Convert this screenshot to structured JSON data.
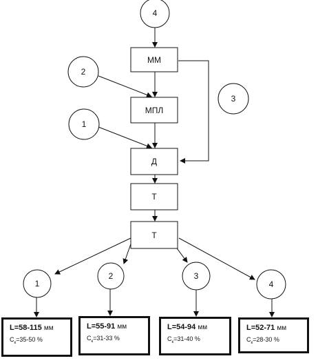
{
  "nodes": {
    "mm": "ММ",
    "mpl": "МПЛ",
    "d": "Д",
    "t1": "Т",
    "t2": "Т"
  },
  "inputs": {
    "top": "4",
    "left_upper": "2",
    "left_lower": "1",
    "right": "3"
  },
  "outputs": [
    {
      "label": "1",
      "length": "L=58-115",
      "unit": "мм",
      "conc_prefix": "C",
      "conc_sub": "к",
      "conc_value": "=35-50 %"
    },
    {
      "label": "2",
      "length": "L=55-91",
      "unit": "мм",
      "conc_prefix": "C",
      "conc_sub": "к",
      "conc_value": "=31-33 %"
    },
    {
      "label": "3",
      "length": "L=54-94",
      "unit": "мм",
      "conc_prefix": "C",
      "conc_sub": "к",
      "conc_value": "=31-40 %"
    },
    {
      "label": "4",
      "length": "L=52-71",
      "unit": "мм",
      "conc_prefix": "C",
      "conc_sub": "к",
      "conc_value": "=28-30 %"
    }
  ]
}
